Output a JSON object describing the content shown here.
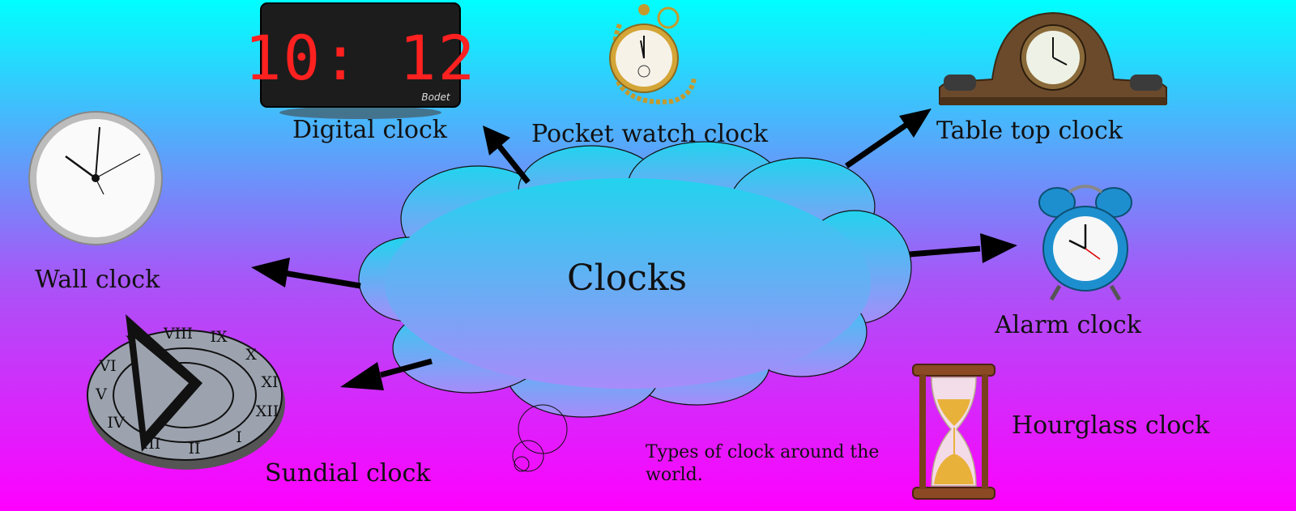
{
  "center": {
    "title": "Clocks"
  },
  "caption": "Types of clock around the world.",
  "clocks": {
    "digital": {
      "label": "Digital clock",
      "display": "10: 12",
      "brand": "Bodet"
    },
    "pocket": {
      "label": "Pocket watch clock"
    },
    "tabletop": {
      "label": "Table top clock"
    },
    "wall": {
      "label": "Wall clock"
    },
    "alarm": {
      "label": "Alarm clock"
    },
    "sundial": {
      "label": "Sundial clock",
      "numerals": [
        "VIII",
        "IX",
        "X",
        "XI",
        "XII",
        "I",
        "II",
        "III",
        "IV",
        "V",
        "VI",
        "VII"
      ]
    },
    "hourglass": {
      "label": "Hourglass clock"
    }
  },
  "colors": {
    "gradient_top": "#00ffff",
    "gradient_mid": "#a855f7",
    "gradient_bottom": "#ff00ff",
    "cloud_fill_top": "#22d3ee",
    "cloud_fill_bottom": "#a78bfa",
    "digital_led": "#ff2020"
  }
}
